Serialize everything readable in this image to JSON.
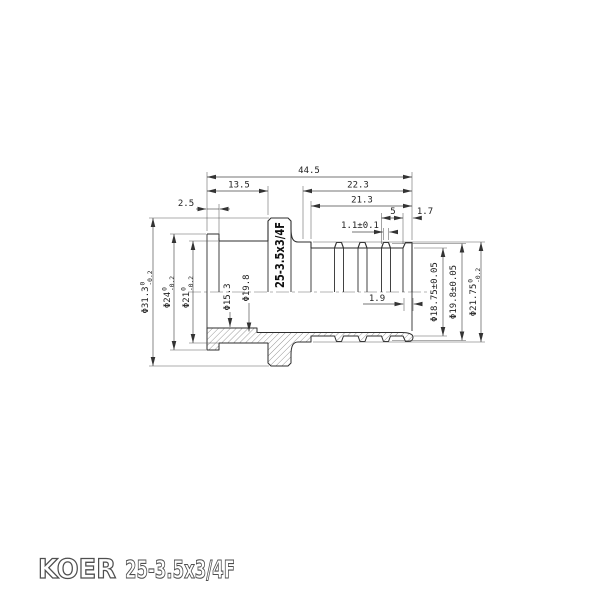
{
  "drawing": {
    "band_label": "25-3.5x3/4F",
    "dims_top": {
      "overall_length": "44.5",
      "left_section": "13.5",
      "left_collar": "2.5",
      "barb_outer": "22.3",
      "barb_inner": "21.3",
      "rib_pitch": "5",
      "end_width": "1.7",
      "rib_top": "1.1±0.1",
      "end_wall": "1.9"
    },
    "dims_left": [
      {
        "main": "Φ31.3",
        "tol_up": "0",
        "tol_dn": "-0.2"
      },
      {
        "main": "Φ24",
        "tol_up": "0",
        "tol_dn": "-0.2"
      },
      {
        "main": "Φ21",
        "tol_up": "0",
        "tol_dn": "-0.2"
      },
      {
        "main": "Φ15.3"
      },
      {
        "main": "Φ19.8"
      }
    ],
    "dims_right": [
      {
        "main": "Φ18.75±0.05"
      },
      {
        "main": "Φ19.8±0.05"
      },
      {
        "main": "Φ21.75",
        "tol_up": "0",
        "tol_dn": "-0.2"
      }
    ]
  },
  "footer": {
    "brand": "KOER",
    "model": "25-3.5x3/4F"
  }
}
